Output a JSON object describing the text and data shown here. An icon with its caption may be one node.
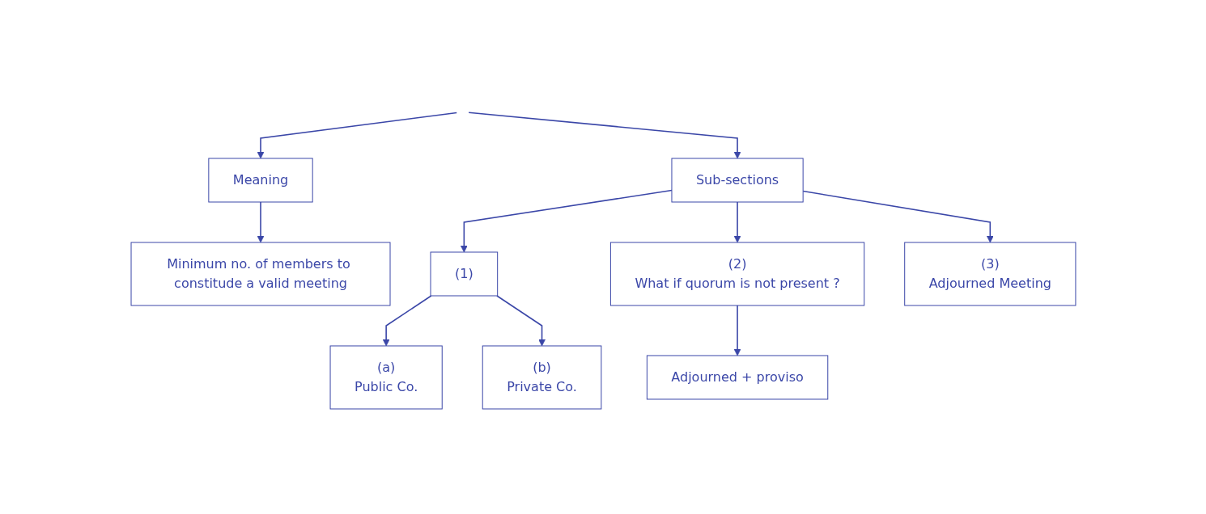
{
  "diagram": {
    "nodes": [
      {
        "text": [
          "Meaning"
        ]
      },
      {
        "text": [
          "Sub-sections"
        ]
      },
      {
        "text": [
          "Minimum no. of members to constitude a valid meeting"
        ]
      },
      {
        "text": [
          "(1)"
        ]
      },
      {
        "text": [
          "(2)",
          "What if quorum is not present ?"
        ]
      },
      {
        "text": [
          "(3)",
          "Adjourned Meeting"
        ]
      },
      {
        "text": [
          "(a)",
          "Public Co."
        ]
      },
      {
        "text": [
          "(b)",
          "Private Co."
        ]
      },
      {
        "text": [
          "Adjourned + proviso"
        ]
      }
    ],
    "edges": [
      {
        "from": null,
        "to": 0,
        "arrow": "to"
      },
      {
        "from": null,
        "to": 1,
        "arrow": "to"
      },
      {
        "from": 0,
        "to": 2,
        "arrow": "to"
      },
      {
        "from": 1,
        "to": 3,
        "arrow": "to"
      },
      {
        "from": 1,
        "to": 4,
        "arrow": "to"
      },
      {
        "from": 1,
        "to": 5,
        "arrow": "to"
      },
      {
        "from": 3,
        "to": 6,
        "arrow": "to"
      },
      {
        "from": 3,
        "to": 7,
        "arrow": "to"
      },
      {
        "from": 4,
        "to": 8,
        "arrow": "to"
      }
    ]
  }
}
